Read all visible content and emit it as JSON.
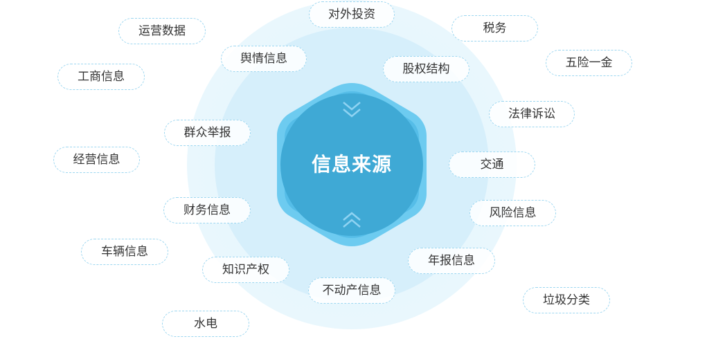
{
  "center": {
    "title": "信息来源"
  },
  "colors": {
    "hex_outer": "#6dcbf0",
    "hex_inner": "#3aa8d6",
    "circle_inner": "#3fa9d5",
    "pill_border": "#9bd6f0",
    "ring_light": "#e6f6fd"
  },
  "sources": [
    "对外投资",
    "运营数据",
    "税务",
    "舆情信息",
    "股权结构",
    "工商信息",
    "五险一金",
    "法律诉讼",
    "群众举报",
    "经营信息",
    "交通",
    "财务信息",
    "风险信息",
    "车辆信息",
    "年报信息",
    "知识产权",
    "不动产信息",
    "垃圾分类",
    "水电"
  ]
}
